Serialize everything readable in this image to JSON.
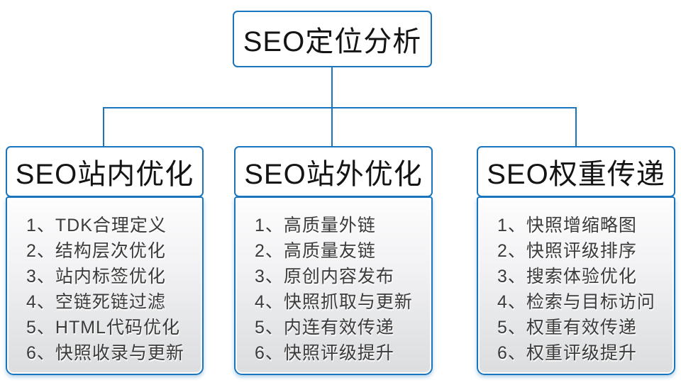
{
  "colors": {
    "accent": "#1b75bc",
    "node_text": "#141414",
    "item_text": "#3b3b3b",
    "panel_top": "#fdfdfe",
    "panel_bottom": "#dcddde"
  },
  "root": {
    "title": "SEO定位分析"
  },
  "branches": [
    {
      "title": "SEO站内优化",
      "items": [
        "1、TDK合理定义",
        "2、结构层次优化",
        "3、站内标签优化",
        "4、空链死链过滤",
        "5、HTML代码优化",
        "6、快照收录与更新"
      ]
    },
    {
      "title": "SEO站外优化",
      "items": [
        "1、高质量外链",
        "2、高质量友链",
        "3、原创内容发布",
        "4、快照抓取与更新",
        "5、内连有效传递",
        "6、快照评级提升"
      ]
    },
    {
      "title": "SEO权重传递",
      "items": [
        "1、快照增缩略图",
        "2、快照评级排序",
        "3、搜索体验优化",
        "4、检索与目标访问",
        "5、权重有效传递",
        "6、权重评级提升"
      ]
    }
  ]
}
